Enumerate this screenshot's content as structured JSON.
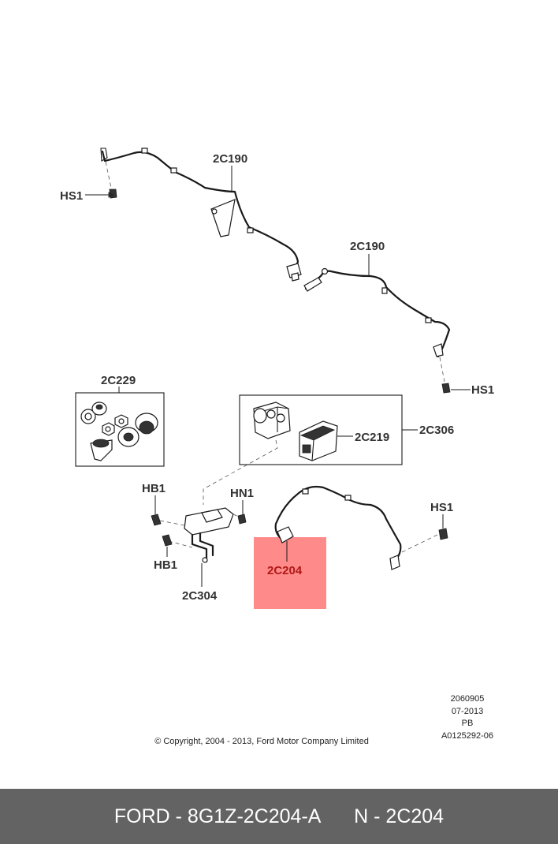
{
  "diagram": {
    "callouts": {
      "hs1_top": "HS1",
      "c2c190_a": "2C190",
      "c2c190_b": "2C190",
      "hs1_right": "HS1",
      "c2c229": "2C229",
      "c2c306": "2C306",
      "c2c219": "2C219",
      "hb1_top": "HB1",
      "hn1": "HN1",
      "hs1_lower": "HS1",
      "hb1_bottom": "HB1",
      "c2c304": "2C304",
      "c2c204": "2C204"
    },
    "highlight": {
      "part": "2C204",
      "color": "#ff8a8a",
      "label_color": "#b01818"
    },
    "meta": [
      "2060905",
      "07-2013",
      "PB",
      "A0125292-06"
    ],
    "copyright": "© Copyright, 2004 - 2013, Ford Motor Company Limited"
  },
  "footer": {
    "part_number": "FORD - 8G1Z-2C204-A",
    "reference": "N - 2C204"
  }
}
